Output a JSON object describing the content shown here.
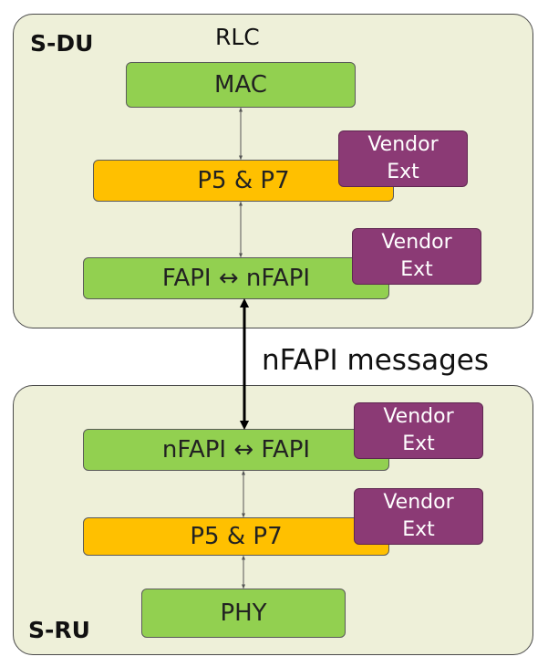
{
  "sdu": {
    "title": "S-DU",
    "rlc_label": "RLC",
    "mac_label": "MAC",
    "p5p7_label": "P5 & P7",
    "fapi_label": "FAPI ↔ nFAPI",
    "vendor1": {
      "line1": "Vendor",
      "line2": "Ext"
    },
    "vendor2": {
      "line1": "Vendor",
      "line2": "Ext"
    }
  },
  "link_label": "nFAPI messages",
  "sru": {
    "title": "S-RU",
    "nfapi_label": "nFAPI ↔ FAPI",
    "p5p7_label": "P5 & P7",
    "phy_label": "PHY",
    "vendor1": {
      "line1": "Vendor",
      "line2": "Ext"
    },
    "vendor2": {
      "line1": "Vendor",
      "line2": "Ext"
    }
  },
  "colors": {
    "panel_fill": "#eef0d9",
    "green_box": "#92d050",
    "orange_box": "#ffc000",
    "vendor_box": "#8b3a75"
  }
}
